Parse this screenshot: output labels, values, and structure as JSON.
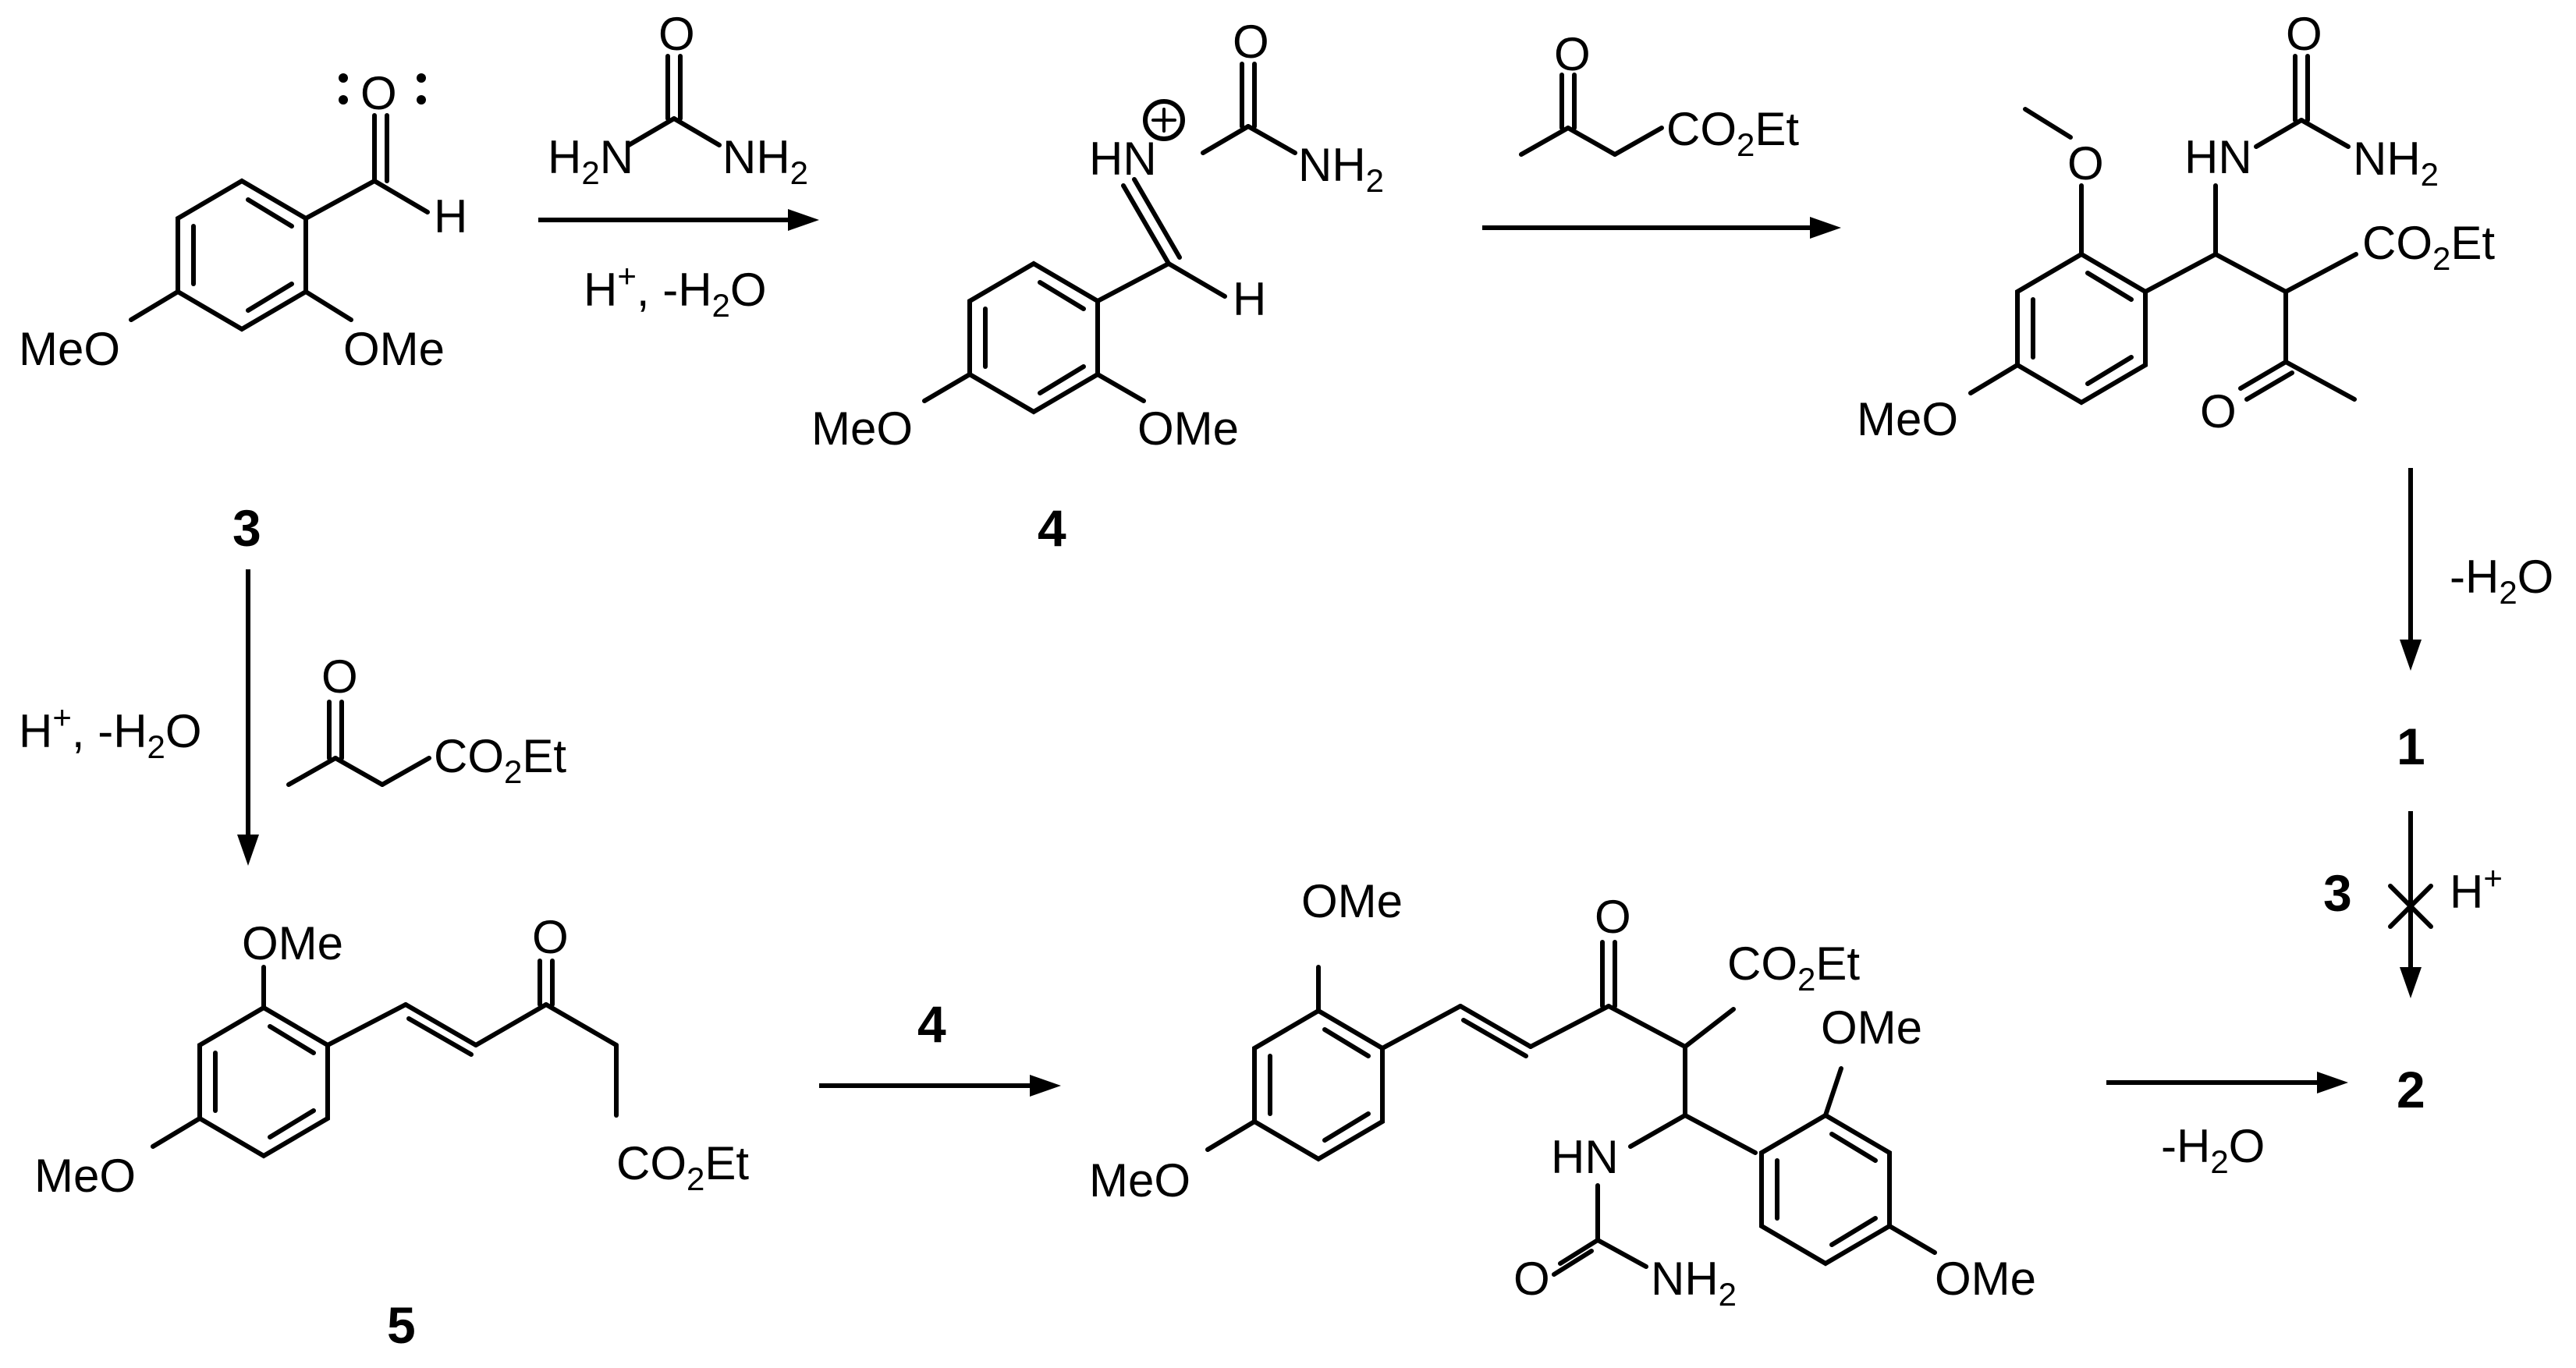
{
  "compound_numbers": {
    "c3": "3",
    "c4": "4",
    "c5": "5",
    "c1": "1",
    "c2": "2",
    "cat3": "3",
    "int_arrow4": "4"
  },
  "atoms": {
    "O": "O",
    "H": "H",
    "MeO": "MeO",
    "OMe": "OMe",
    "HN": "HN",
    "N": "N",
    "NH": "NH",
    "CO": "CO",
    "Et": "Et",
    "two": "2",
    "plus": "+"
  },
  "conditions": {
    "acid_minus_water_prefix": "H",
    "acid_minus_water_mid": ", -H",
    "acid_minus_water_suffix": "O",
    "minus_water_prefix": "-H",
    "minus_water_suffix": "O",
    "hplus_H": "H"
  },
  "reagents": {
    "urea_NH": "NH",
    "urea_H": "H",
    "ethyl_acetoacetate_CO": "CO",
    "ethyl_acetoacetate_Et": "Et"
  },
  "colors": {
    "ink": "#000000",
    "background": "#ffffff"
  }
}
